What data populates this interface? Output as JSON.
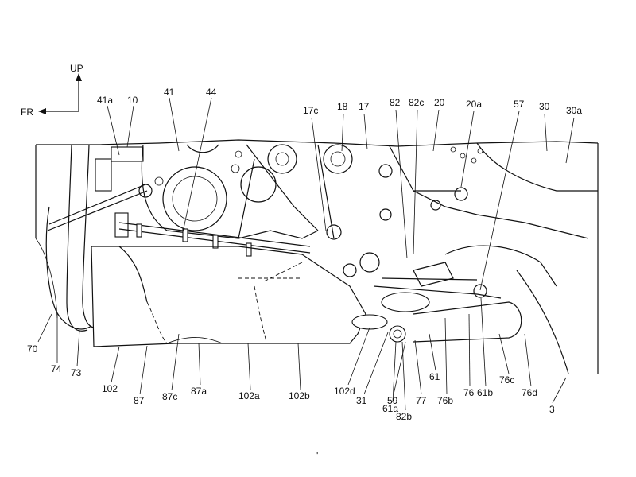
{
  "orientation": {
    "up_label": "UP",
    "front_label": "FR"
  },
  "reference_labels": [
    "41a",
    "10",
    "41",
    "44",
    "17c",
    "18",
    "17",
    "82",
    "82c",
    "20",
    "20a",
    "57",
    "30",
    "30a",
    "70",
    "74",
    "73",
    "102",
    "87",
    "87c",
    "87a",
    "102a",
    "102b",
    "102d",
    "31",
    "61a",
    "59",
    "82b",
    "77",
    "61",
    "76b",
    "76",
    "61b",
    "76c",
    "76d",
    "3"
  ],
  "footer_mark": "'"
}
